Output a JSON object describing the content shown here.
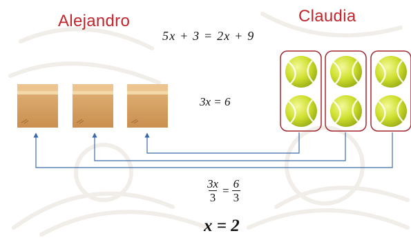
{
  "names": {
    "left": "Alejandro",
    "right": "Claudia"
  },
  "equations": {
    "original": "5x + 3 = 2x + 9",
    "simplified": "3x = 6",
    "division": {
      "left_numerator": "3x",
      "left_denominator": "3",
      "equals": "=",
      "right_numerator": "6",
      "right_denominator": "3"
    },
    "result": "x = 2"
  },
  "diagram": {
    "boxes": {
      "count": 3,
      "icon": "cardboard-box-icon"
    },
    "ball_groups": {
      "count": 3,
      "balls_per_group": 2,
      "icon": "tennis-ball-icon"
    },
    "connection_icon": "arrow-up-icon"
  },
  "colors": {
    "name_text": "#c0262c",
    "group_border": "#a3272f",
    "connector": "#3b6aa8",
    "ball": "#d7e63a",
    "box": "#d9a465"
  }
}
